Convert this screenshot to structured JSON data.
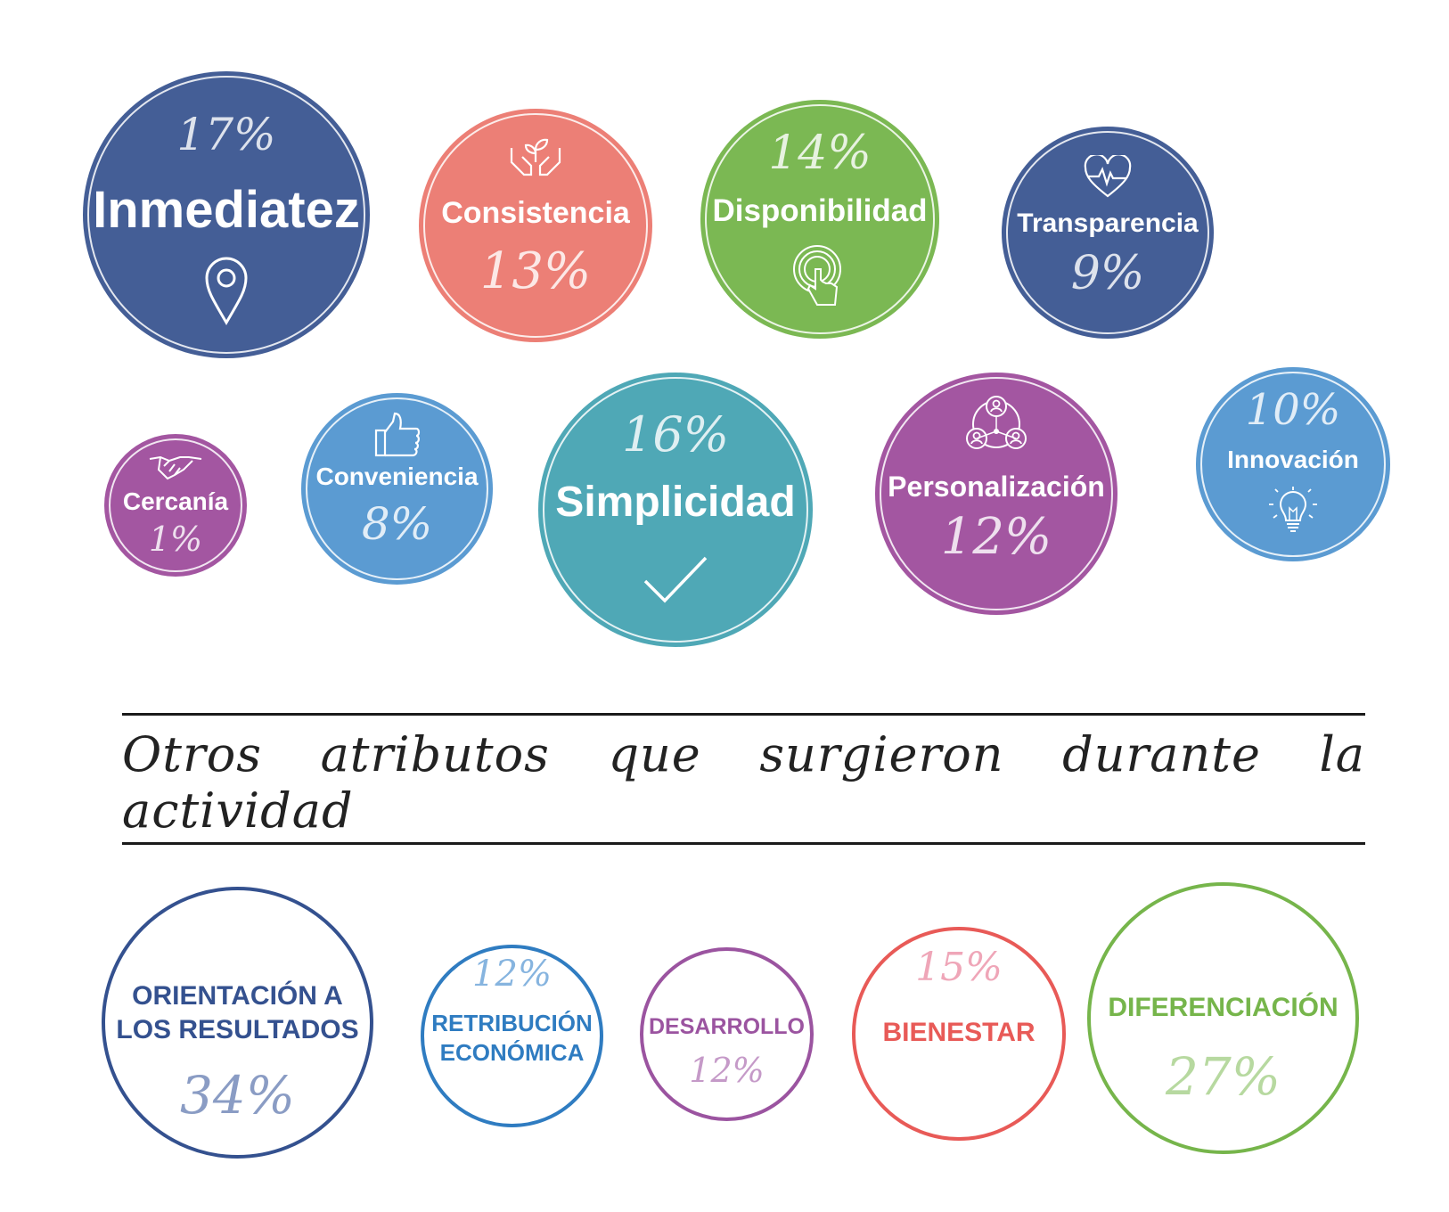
{
  "attributes": [
    {
      "name": "Inmediatez",
      "percent": "17%",
      "color": "#445E96",
      "icon": "location-pin-icon"
    },
    {
      "name": "Consistencia",
      "percent": "13%",
      "color": "#EC7F76",
      "icon": "hands-plant-icon"
    },
    {
      "name": "Disponibilidad",
      "percent": "14%",
      "color": "#7BB853",
      "icon": "touch-icon"
    },
    {
      "name": "Transparencia",
      "percent": "9%",
      "color": "#445E96",
      "icon": "heartbeat-icon"
    },
    {
      "name": "Cercanía",
      "percent": "1%",
      "color": "#A356A1",
      "icon": "handshake-icon"
    },
    {
      "name": "Conveniencia",
      "percent": "8%",
      "color": "#5B9BD2",
      "icon": "thumbs-up-icon"
    },
    {
      "name": "Simplicidad",
      "percent": "16%",
      "color": "#4FA8B6",
      "icon": "checkmark-icon"
    },
    {
      "name": "Personalización",
      "percent": "12%",
      "color": "#A356A1",
      "icon": "people-network-icon"
    },
    {
      "name": "Innovación",
      "percent": "10%",
      "color": "#5B9BD2",
      "icon": "lightbulb-icon"
    }
  ],
  "section_title": "Otros atributos que surgieron durante la actividad",
  "other_attributes": [
    {
      "name_line1": "ORIENTACIÓN A",
      "name_line2": "LOS RESULTADOS",
      "percent": "34%",
      "color": "#34518F",
      "pct_color": "#8A9CC4"
    },
    {
      "name_line1": "RETRIBUCIÓN",
      "name_line2": "ECONÓMICA",
      "percent": "12%",
      "color": "#2F7CC1",
      "pct_color": "#86B4DF"
    },
    {
      "name_line1": "DESARROLLO",
      "name_line2": "",
      "percent": "12%",
      "color": "#9B54A0",
      "pct_color": "#C59AC8"
    },
    {
      "name_line1": "BIENESTAR",
      "name_line2": "",
      "percent": "15%",
      "color": "#E85A57",
      "pct_color": "#EFA6B8"
    },
    {
      "name_line1": "DIFERENCIACIÓN",
      "name_line2": "",
      "percent": "27%",
      "color": "#76B54B",
      "pct_color": "#B7D9A0"
    }
  ]
}
